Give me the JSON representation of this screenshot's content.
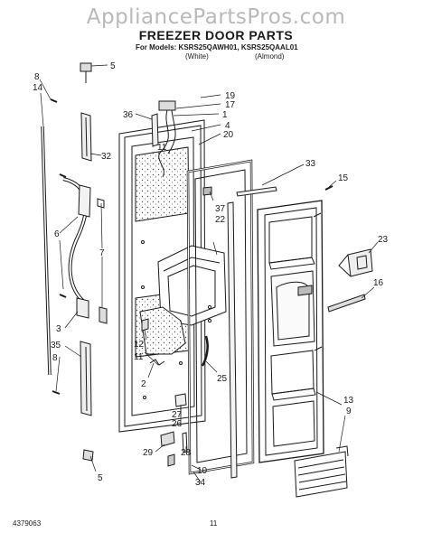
{
  "watermark": "AppliancePartsPros.com",
  "header": {
    "title": "FREEZER DOOR PARTS",
    "models": "For Models: KSRS25QAWH01, KSRS25QAAL01",
    "variant_white": "(White)",
    "variant_almond": "(Almond)"
  },
  "footer": {
    "doc_number": "4379063",
    "page": "11"
  },
  "callouts": {
    "c5a": "5",
    "c8a": "8",
    "c14": "14",
    "c32": "32",
    "c6": "6",
    "c7": "7",
    "c3": "3",
    "c35": "35",
    "c8b": "8",
    "c5b": "5",
    "c36": "36",
    "c1": "1",
    "c11a": "11",
    "c19": "19",
    "c17": "17",
    "c4": "4",
    "c20": "20",
    "c33": "33",
    "c15": "15",
    "c37": "37",
    "c22": "22",
    "c23": "23",
    "c16": "16",
    "c12": "12",
    "c11b": "11",
    "c2": "2",
    "c25": "25",
    "c13": "13",
    "c9": "9",
    "c27": "27",
    "c26": "26",
    "c29": "29",
    "c28": "28",
    "c10": "10",
    "c34": "34"
  }
}
